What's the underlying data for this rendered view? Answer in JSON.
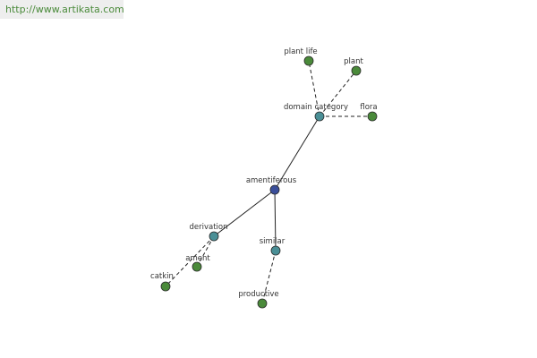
{
  "header": {
    "url": "http://www.artikata.com"
  },
  "graph": {
    "colors": {
      "center": "#3a4e9a",
      "relation": "#4a8f96",
      "leaf": "#4a8a3a",
      "node_stroke": "#2a2a2a",
      "edge": "#222222"
    },
    "nodes": [
      {
        "id": "amentiferous",
        "label": "amentiferous",
        "kind": "center"
      },
      {
        "id": "domain-category",
        "label": "domain category",
        "kind": "relation"
      },
      {
        "id": "derivation",
        "label": "derivation",
        "kind": "relation"
      },
      {
        "id": "similar",
        "label": "similar",
        "kind": "relation"
      },
      {
        "id": "plant-life",
        "label": "plant life",
        "kind": "leaf"
      },
      {
        "id": "plant",
        "label": "plant",
        "kind": "leaf"
      },
      {
        "id": "flora",
        "label": "flora",
        "kind": "leaf"
      },
      {
        "id": "ament",
        "label": "ament",
        "kind": "leaf"
      },
      {
        "id": "catkin",
        "label": "catkin",
        "kind": "leaf"
      },
      {
        "id": "productive",
        "label": "productive",
        "kind": "leaf"
      }
    ],
    "edges": [
      {
        "from": "amentiferous",
        "to": "domain-category",
        "style": "solid"
      },
      {
        "from": "amentiferous",
        "to": "derivation",
        "style": "solid"
      },
      {
        "from": "amentiferous",
        "to": "similar",
        "style": "solid"
      },
      {
        "from": "domain-category",
        "to": "plant-life",
        "style": "dashed"
      },
      {
        "from": "domain-category",
        "to": "plant",
        "style": "dashed"
      },
      {
        "from": "domain-category",
        "to": "flora",
        "style": "dashed"
      },
      {
        "from": "derivation",
        "to": "ament",
        "style": "dashed"
      },
      {
        "from": "derivation",
        "to": "catkin",
        "style": "dashed"
      },
      {
        "from": "similar",
        "to": "productive",
        "style": "dashed"
      }
    ]
  }
}
